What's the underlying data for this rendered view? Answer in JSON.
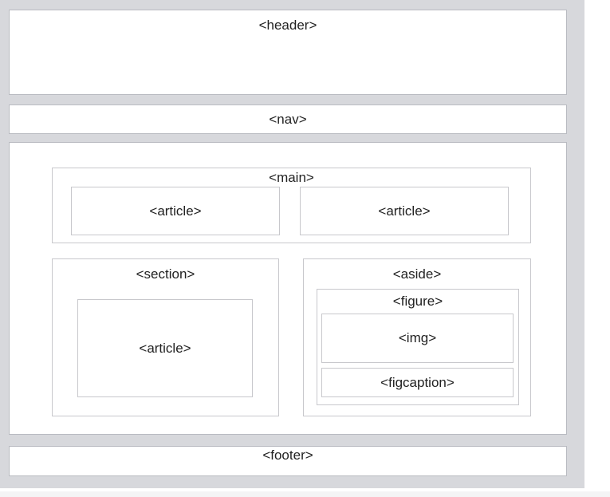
{
  "labels": {
    "header": "<header>",
    "nav": "<nav>",
    "main": "<main>",
    "article_left": "<article>",
    "article_right": "<article>",
    "section": "<section>",
    "section_article": "<article>",
    "aside": "<aside>",
    "figure": "<figure>",
    "img": "<img>",
    "figcaption": "<figcaption>",
    "footer": "<footer>"
  },
  "colors": {
    "frame_background": "#d7d8dc",
    "box_background": "#ffffff",
    "box_border": "#c8c8cc"
  }
}
